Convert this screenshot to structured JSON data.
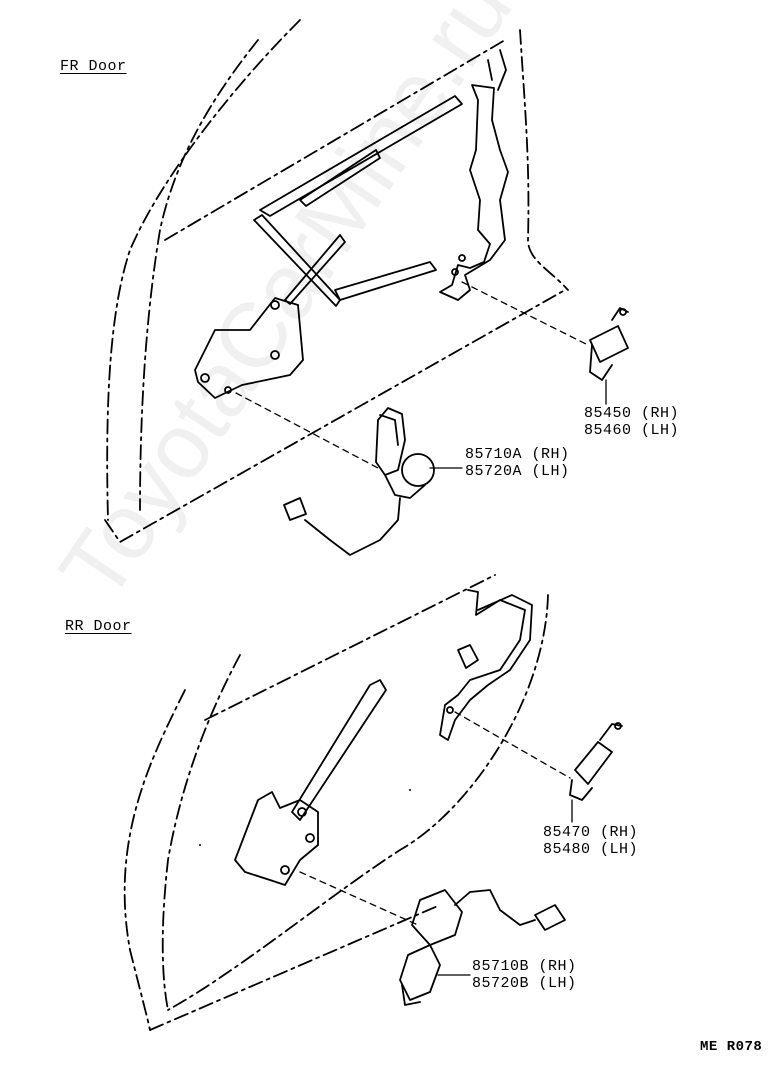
{
  "sections": {
    "fr_door": "FR Door",
    "rr_door": "RR Door"
  },
  "parts": {
    "fr_switch": [
      "85450 (RH)",
      "85460 (LH)"
    ],
    "fr_motor": [
      "85710A (RH)",
      "85720A (LH)"
    ],
    "rr_switch": [
      "85470 (RH)",
      "85480 (LH)"
    ],
    "rr_motor": [
      "85710B (RH)",
      "85720B (LH)"
    ]
  },
  "footer": {
    "code": "ME  R078"
  },
  "watermark": "ToyotaCarMine.ru"
}
